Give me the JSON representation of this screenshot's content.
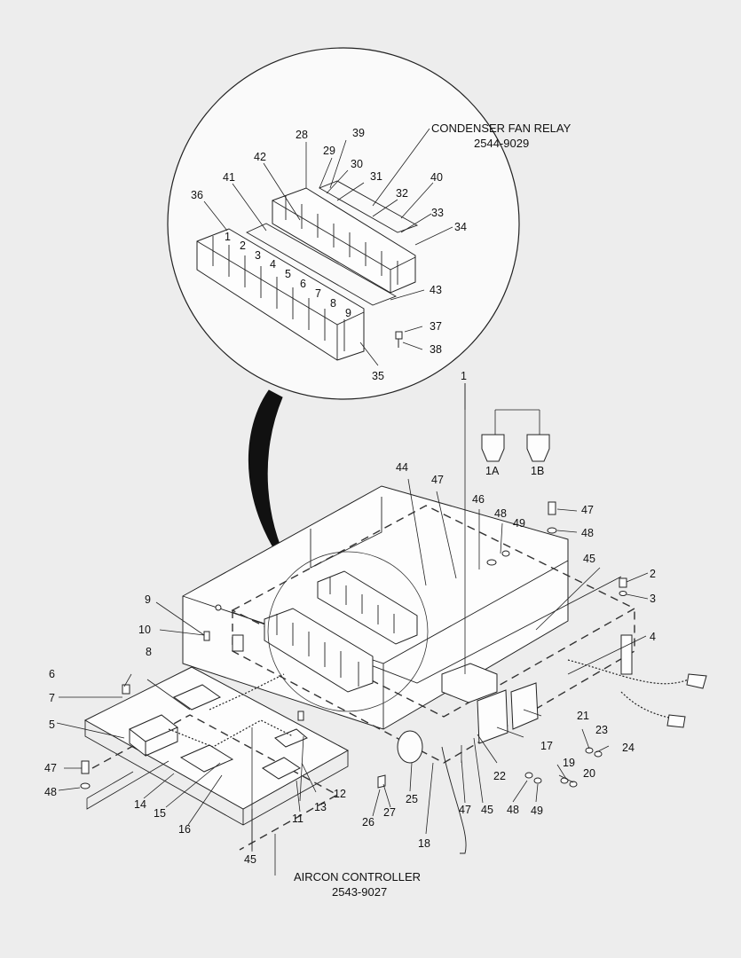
{
  "labels": {
    "condenser_title": "CONDENSER FAN RELAY",
    "condenser_code": "2544-9029",
    "aircon_title": "AIRCON CONTROLLER",
    "aircon_code": "2543-9027",
    "relay_markers": [
      "1",
      "2",
      "3",
      "4",
      "5",
      "6",
      "7",
      "8",
      "9"
    ]
  },
  "callouts": [
    {
      "id": "28",
      "text": "28"
    },
    {
      "id": "39",
      "text": "39"
    },
    {
      "id": "29",
      "text": "29"
    },
    {
      "id": "30",
      "text": "30"
    },
    {
      "id": "42",
      "text": "42"
    },
    {
      "id": "31",
      "text": "31"
    },
    {
      "id": "41",
      "text": "41"
    },
    {
      "id": "40",
      "text": "40"
    },
    {
      "id": "32",
      "text": "32"
    },
    {
      "id": "36",
      "text": "36"
    },
    {
      "id": "33",
      "text": "33"
    },
    {
      "id": "34",
      "text": "34"
    },
    {
      "id": "43",
      "text": "43"
    },
    {
      "id": "37",
      "text": "37"
    },
    {
      "id": "38",
      "text": "38"
    },
    {
      "id": "35",
      "text": "35"
    },
    {
      "id": "1",
      "text": "1"
    },
    {
      "id": "1A",
      "text": "1A"
    },
    {
      "id": "1B",
      "text": "1B"
    },
    {
      "id": "44",
      "text": "44"
    },
    {
      "id": "47a",
      "text": "47"
    },
    {
      "id": "46",
      "text": "46"
    },
    {
      "id": "48a",
      "text": "48"
    },
    {
      "id": "49a",
      "text": "49"
    },
    {
      "id": "47b",
      "text": "47"
    },
    {
      "id": "48b",
      "text": "48"
    },
    {
      "id": "45a",
      "text": "45"
    },
    {
      "id": "2",
      "text": "2"
    },
    {
      "id": "3",
      "text": "3"
    },
    {
      "id": "9",
      "text": "9"
    },
    {
      "id": "4",
      "text": "4"
    },
    {
      "id": "10",
      "text": "10"
    },
    {
      "id": "8",
      "text": "8"
    },
    {
      "id": "6",
      "text": "6"
    },
    {
      "id": "7",
      "text": "7"
    },
    {
      "id": "21",
      "text": "21"
    },
    {
      "id": "5",
      "text": "5"
    },
    {
      "id": "23",
      "text": "23"
    },
    {
      "id": "17",
      "text": "17"
    },
    {
      "id": "24",
      "text": "24"
    },
    {
      "id": "19",
      "text": "19"
    },
    {
      "id": "20",
      "text": "20"
    },
    {
      "id": "47c",
      "text": "47"
    },
    {
      "id": "22",
      "text": "22"
    },
    {
      "id": "12",
      "text": "12"
    },
    {
      "id": "48c",
      "text": "48"
    },
    {
      "id": "25",
      "text": "25"
    },
    {
      "id": "13",
      "text": "13"
    },
    {
      "id": "14",
      "text": "14"
    },
    {
      "id": "47d",
      "text": "47"
    },
    {
      "id": "45b",
      "text": "45"
    },
    {
      "id": "48d",
      "text": "48"
    },
    {
      "id": "49b",
      "text": "49"
    },
    {
      "id": "27",
      "text": "27"
    },
    {
      "id": "15",
      "text": "15"
    },
    {
      "id": "11",
      "text": "11"
    },
    {
      "id": "26",
      "text": "26"
    },
    {
      "id": "16",
      "text": "16"
    },
    {
      "id": "18",
      "text": "18"
    },
    {
      "id": "45c",
      "text": "45"
    }
  ],
  "colors": {
    "background": "#ededed",
    "detail_circle": "#fafafa",
    "ink": "#111111"
  }
}
